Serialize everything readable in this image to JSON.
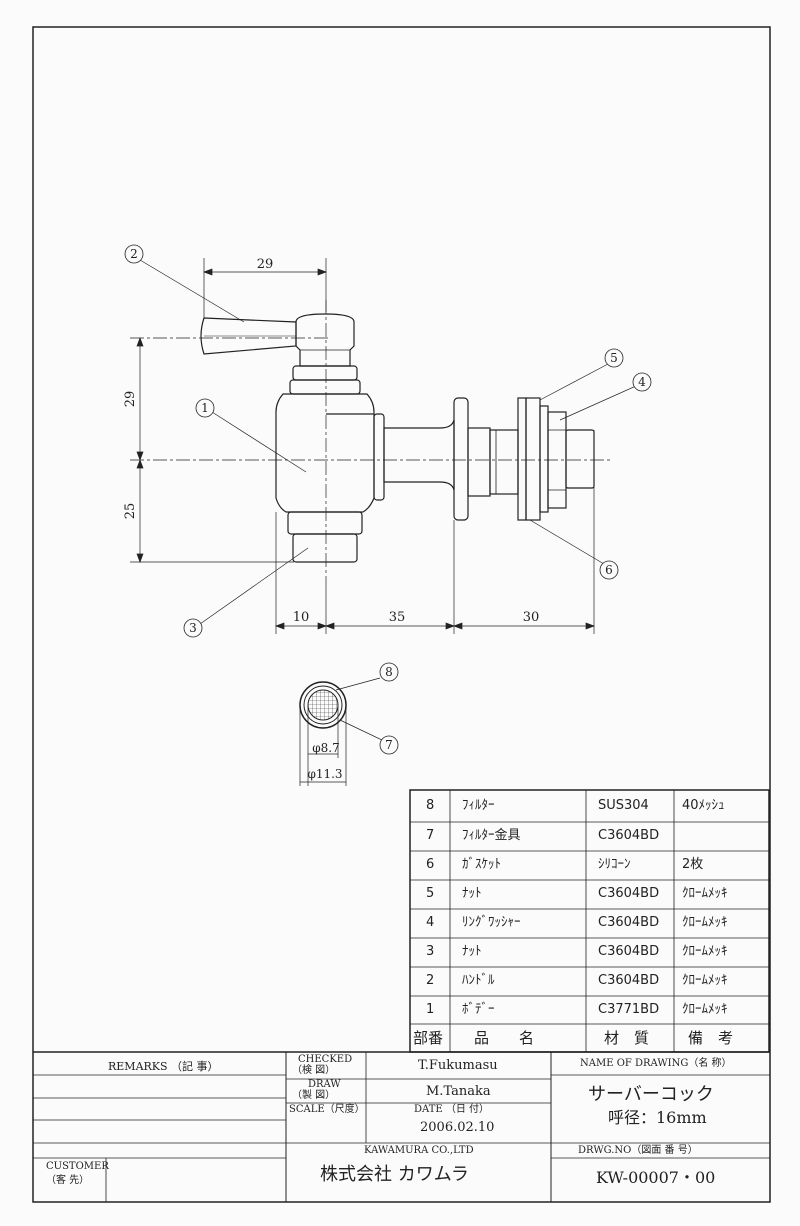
{
  "dimensions": {
    "top_width": "29",
    "upper_height": "29",
    "lower_height": "25",
    "bottom_left": "10",
    "bottom_mid": "35",
    "bottom_right": "30",
    "filter_inner_dia": "φ8.7",
    "filter_outer_dia": "φ11.3"
  },
  "balloons": [
    "1",
    "2",
    "3",
    "4",
    "5",
    "6",
    "7",
    "8"
  ],
  "parts_table": {
    "rows": [
      {
        "no": "8",
        "name": "ﾌｨﾙﾀｰ",
        "material": "SUS304",
        "remarks": "40ﾒｯｼｭ"
      },
      {
        "no": "7",
        "name": "ﾌｨﾙﾀｰ金具",
        "material": "C3604BD",
        "remarks": ""
      },
      {
        "no": "6",
        "name": "ｶﾞｽｹｯﾄ",
        "material": "ｼﾘｺｰﾝ",
        "remarks": "2枚"
      },
      {
        "no": "5",
        "name": "ﾅｯﾄ",
        "material": "C3604BD",
        "remarks": "ｸﾛｰﾑﾒｯｷ"
      },
      {
        "no": "4",
        "name": "ﾘﾝｸﾞﾜｯｼｬｰ",
        "material": "C3604BD",
        "remarks": "ｸﾛｰﾑﾒｯｷ"
      },
      {
        "no": "3",
        "name": "ﾅｯﾄ",
        "material": "C3604BD",
        "remarks": "ｸﾛｰﾑﾒｯｷ"
      },
      {
        "no": "2",
        "name": "ﾊﾝﾄﾞﾙ",
        "material": "C3604BD",
        "remarks": "ｸﾛｰﾑﾒｯｷ"
      },
      {
        "no": "1",
        "name": "ﾎﾞﾃﾞｰ",
        "material": "C3771BD",
        "remarks": "ｸﾛｰﾑﾒｯｷ"
      }
    ],
    "header": {
      "no": "部番",
      "name": "品　　名",
      "material": "材　質",
      "remarks": "備　考"
    }
  },
  "title_block": {
    "remarks_label": "REMARKS （記 事）",
    "checked_label": "CHECKED",
    "checked_label_jp": "（検 図）",
    "checked_by": "T.Fukumasu",
    "draw_label": "DRAW",
    "draw_label_jp": "（製 図）",
    "drawn_by": "M.Tanaka",
    "scale_label": "SCALE（尺度）",
    "date_label": "DATE （日 付）",
    "date": "2006.02.10",
    "company_en": "KAWAMURA CO.,LTD",
    "company_jp": "株式会社 カワムラ",
    "name_label": "NAME OF DRAWING（名 称）",
    "drawing_name": "サーバーコック",
    "drawing_subtitle": "呼径：16mm",
    "drwg_no_label": "DRWG.NO（図面 番 号）",
    "drwg_no": "KW-00007・00",
    "customer_label": "CUSTOMER",
    "customer_label_jp": "（客 先）"
  }
}
